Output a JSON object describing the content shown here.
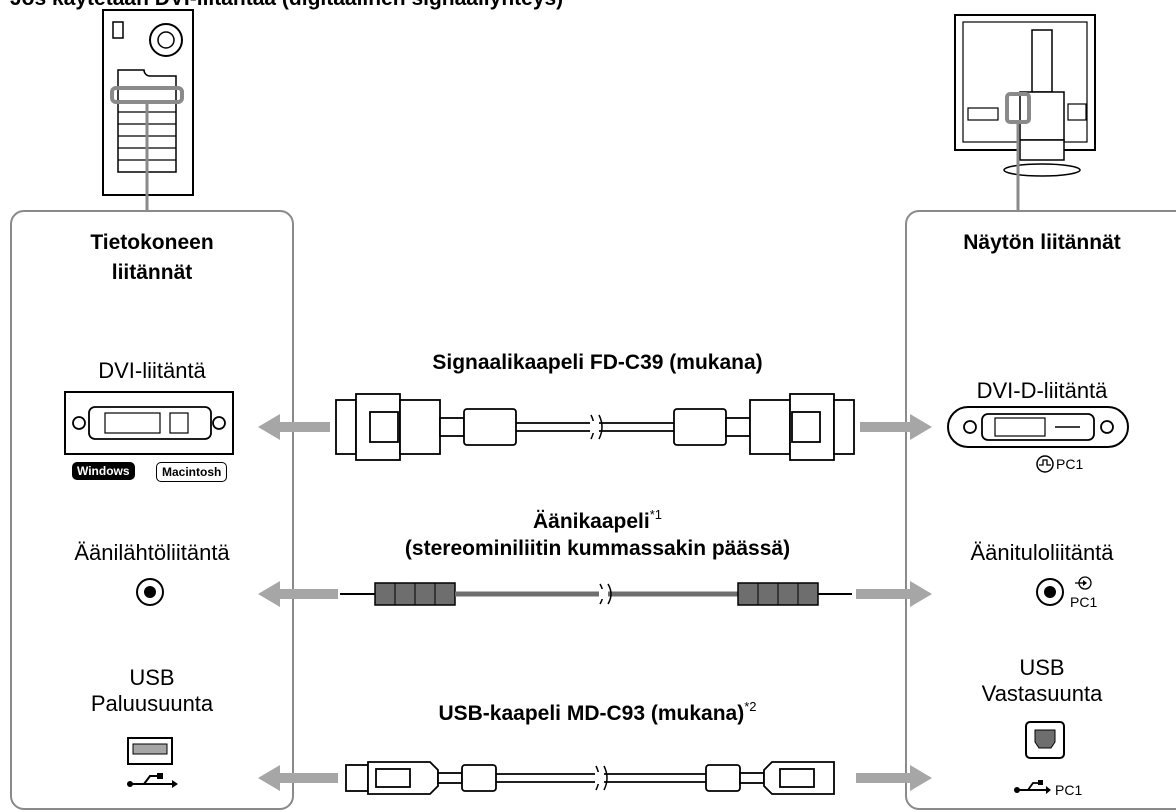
{
  "top_title": "Jos käytetään DVI-liitäntää (digitaalinen signaaliyhteys)",
  "left_panel": {
    "heading": "Tietokoneen\nliitännät",
    "ports": {
      "dvi": "DVI-liitäntä",
      "audio": "Äänilähtöliitäntä",
      "usb": "USB\nPaluusuunta"
    },
    "os_badges": [
      "Windows",
      "Macintosh"
    ]
  },
  "right_panel": {
    "heading": "Näytön liitännät",
    "ports": {
      "dvi": "DVI-D-liitäntä",
      "audio": "Äänituloliitäntä",
      "usb": "USB\nVastasuunta"
    },
    "input_labels": {
      "dvi": "PC1",
      "audio": "PC1",
      "usb": "PC1"
    }
  },
  "cables": {
    "signal": {
      "label": "Signaalikaapeli FD-C39 (mukana)",
      "note": ""
    },
    "audio": {
      "label": "Äänikaapeli",
      "note": "*1",
      "sub": "(stereominiliitin kummassakin päässä)"
    },
    "usb": {
      "label": "USB-kaapeli MD-C93 (mukana)",
      "note": "*2"
    }
  },
  "colors": {
    "panel_border": "#8a8a8a",
    "arrow": "#a6a6a6",
    "line": "#000000"
  }
}
